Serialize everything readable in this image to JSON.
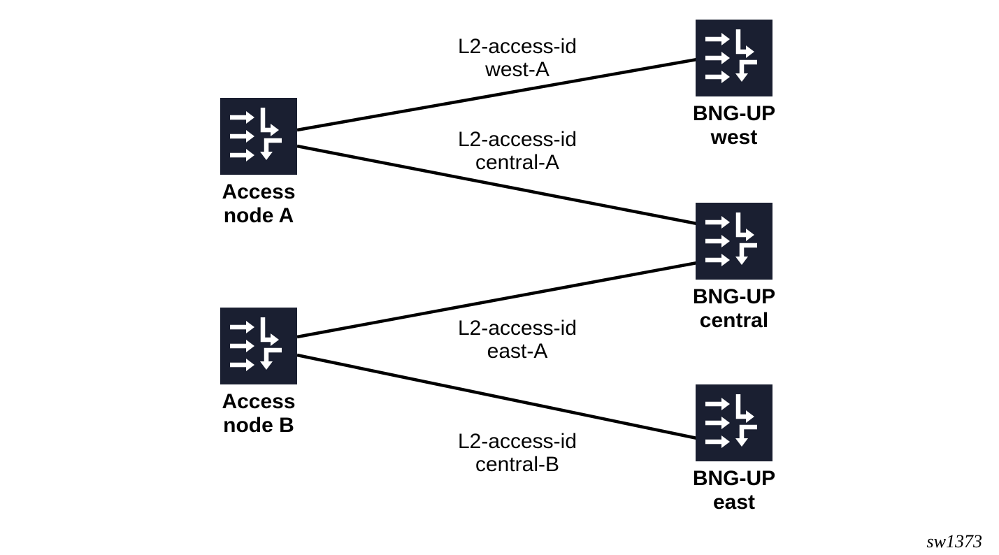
{
  "diagram": {
    "watermark": "sw1373",
    "colors": {
      "node_fill": "#1a1f31",
      "icon_arrows": "#ffffff",
      "link_line": "#000000",
      "label_text": "#000000"
    },
    "nodes": [
      {
        "id": "access-node-a",
        "line1": "Access",
        "line2": "node A",
        "icon": "switch-arrows-icon"
      },
      {
        "id": "access-node-b",
        "line1": "Access",
        "line2": "node B",
        "icon": "switch-arrows-icon"
      },
      {
        "id": "bng-up-west",
        "line1": "BNG-UP",
        "line2": "west",
        "icon": "switch-arrows-icon"
      },
      {
        "id": "bng-up-central",
        "line1": "BNG-UP",
        "line2": "central",
        "icon": "switch-arrows-icon"
      },
      {
        "id": "bng-up-east",
        "line1": "BNG-UP",
        "line2": "east",
        "icon": "switch-arrows-icon"
      }
    ],
    "links": [
      {
        "from": "access-node-a",
        "to": "bng-up-west",
        "line1": "L2-access-id",
        "line2": "west-A"
      },
      {
        "from": "access-node-a",
        "to": "bng-up-central",
        "line1": "L2-access-id",
        "line2": "central-A"
      },
      {
        "from": "access-node-b",
        "to": "bng-up-central",
        "line1": "L2-access-id",
        "line2": "east-A"
      },
      {
        "from": "access-node-b",
        "to": "bng-up-east",
        "line1": "L2-access-id",
        "line2": "central-B"
      }
    ]
  }
}
